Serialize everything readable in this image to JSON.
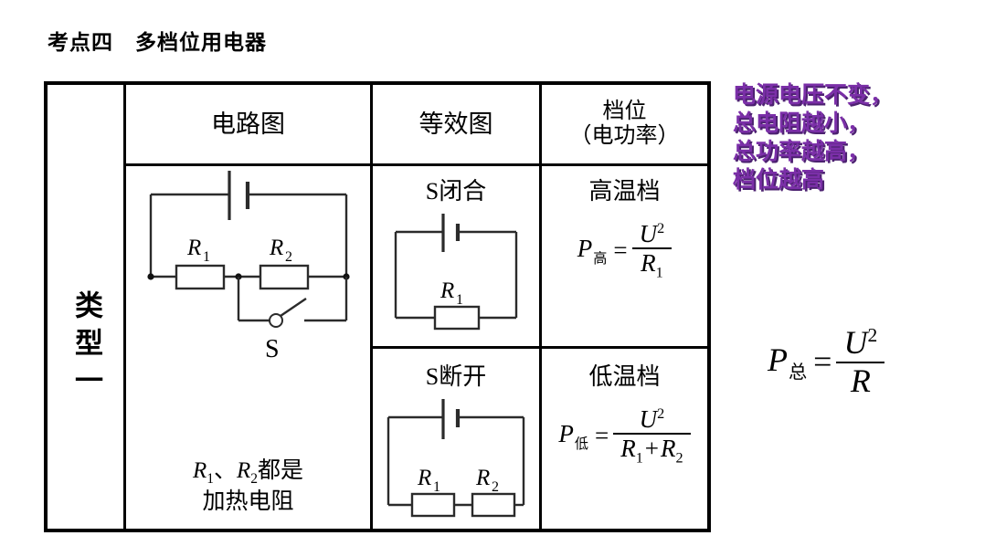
{
  "page": {
    "title": "考点四　多档位用电器"
  },
  "table": {
    "headers": {
      "type_col": "",
      "circuit": "电路图",
      "equivalent": "等效图",
      "gear_line1": "档位",
      "gear_line2": "（电功率）"
    },
    "type_label": "类型一",
    "circuit_cell": {
      "resistor1": "R",
      "resistor1_sub": "1",
      "resistor2": "R",
      "resistor2_sub": "2",
      "switch_label": "S",
      "caption_line1_a": "R",
      "caption_line1_a_sub": "1",
      "caption_sep": "、",
      "caption_line1_b": "R",
      "caption_line1_b_sub": "2",
      "caption_line1_tail": "都是",
      "caption_line2": "加热电阻"
    },
    "rows": [
      {
        "equivalent_title": "S闭合",
        "equivalent_resistor": "R",
        "equivalent_resistor_sub": "1",
        "gear_title": "高温档",
        "formula": {
          "lhs_symbol": "P",
          "lhs_sub": "高",
          "equals": "=",
          "numerator": "U",
          "numerator_exp": "2",
          "denominator": "R",
          "denominator_sub": "1"
        }
      },
      {
        "equivalent_title": "S断开",
        "equivalent_resistor1": "R",
        "equivalent_resistor1_sub": "1",
        "equivalent_resistor2": "R",
        "equivalent_resistor2_sub": "2",
        "gear_title": "低温档",
        "formula": {
          "lhs_symbol": "P",
          "lhs_sub": "低",
          "equals": "=",
          "numerator": "U",
          "numerator_exp": "2",
          "denominator_1": "R",
          "denominator_1_sub": "1",
          "denominator_plus": "+",
          "denominator_2": "R",
          "denominator_2_sub": "2"
        }
      }
    ]
  },
  "note": {
    "line1": "电源电压不变，",
    "line2": "总电阻越小，",
    "line3": "总功率越高，",
    "line4": "档位越高",
    "color": "#7B2FA8",
    "shadow_color": "#4C2170",
    "formula": {
      "lhs_symbol": "P",
      "lhs_sub": "总",
      "equals": "=",
      "numerator": "U",
      "numerator_exp": "2",
      "denominator": "R"
    }
  }
}
